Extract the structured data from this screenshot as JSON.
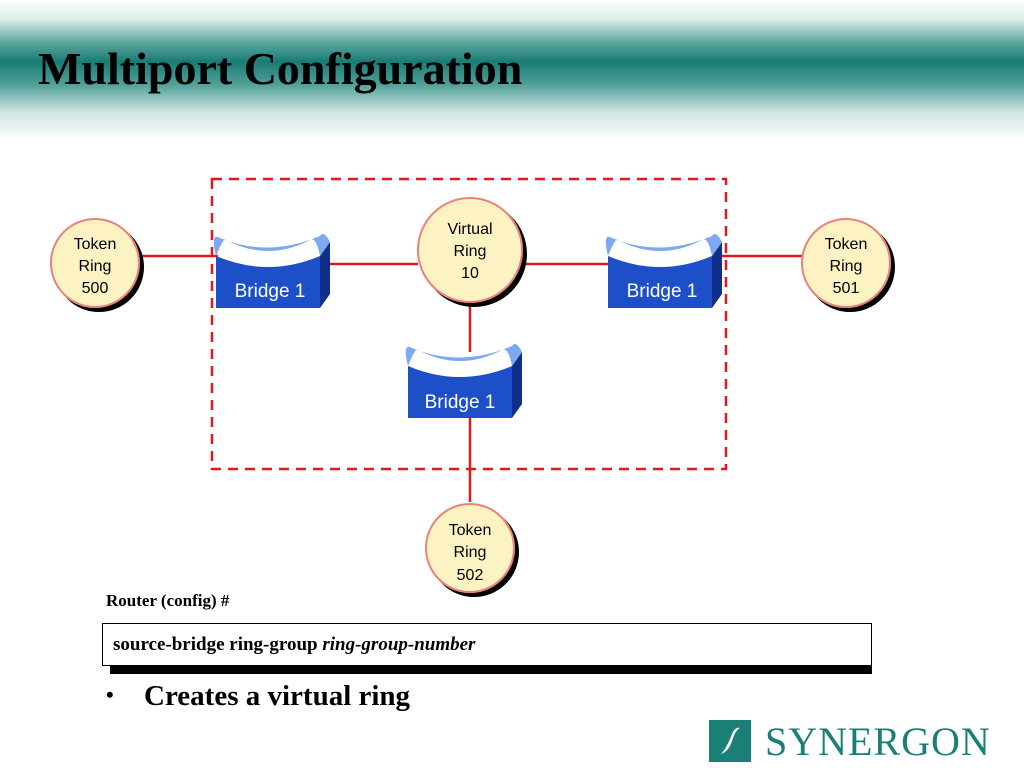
{
  "slide": {
    "title": "Multiport Configuration"
  },
  "diagram": {
    "token_rings": [
      {
        "lines": [
          "Token",
          "Ring",
          "500"
        ]
      },
      {
        "lines": [
          "Token",
          "Ring",
          "501"
        ]
      },
      {
        "lines": [
          "Token",
          "Ring",
          "502"
        ]
      }
    ],
    "virtual_ring": {
      "lines": [
        "Virtual",
        "Ring",
        "10"
      ]
    },
    "bridges": [
      {
        "label": "Bridge 1"
      },
      {
        "label": "Bridge 1"
      },
      {
        "label": "Bridge 1"
      }
    ],
    "colors": {
      "ring_fill": "#fdf3c2",
      "ring_stroke": "#e8837a",
      "link": "#e0191e",
      "boundary": "#e0191e",
      "bridge_front": "#1d4fc8",
      "bridge_top": "#7ea8f2",
      "bridge_side": "#0f2f8a"
    }
  },
  "command": {
    "prompt": "Router (config) #",
    "keyword": "source-bridge ring-group",
    "argument": "ring-group-number"
  },
  "bullets": [
    {
      "marker": "•",
      "text": "Creates a virtual ring"
    }
  ],
  "logo": {
    "text": "SYNERGON",
    "mark_icon": "synergon-slash-logo-icon",
    "color": "#1a7f77"
  }
}
